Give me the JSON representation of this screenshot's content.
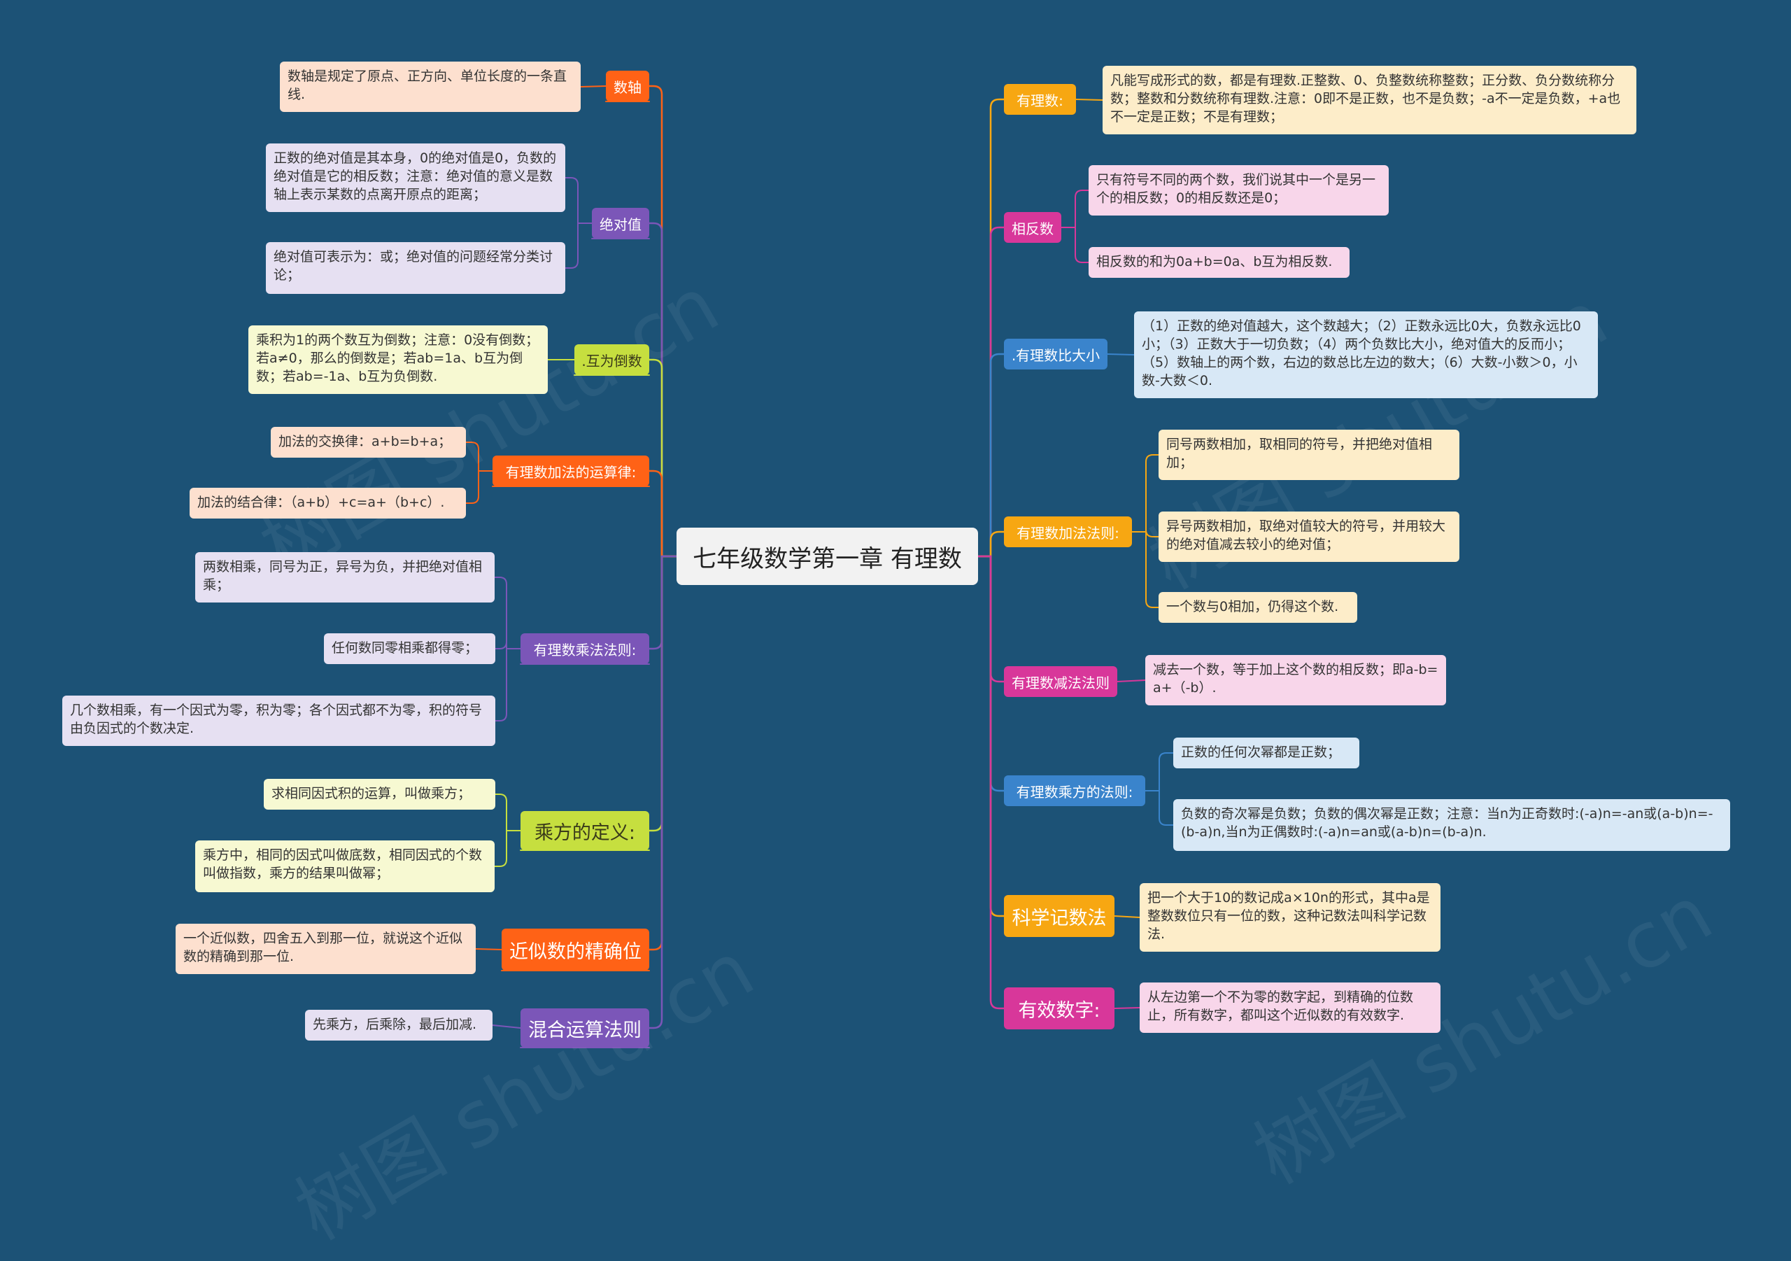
{
  "center": {
    "label": "七年级数学第一章 有理数"
  },
  "watermark": "树图 shutu.cn",
  "colors": {
    "background": "#1c5276",
    "orange": "#ff6216",
    "purple": "#7b56b8",
    "lime": "#c6df3f",
    "amber": "#f7a712",
    "pink": "#d8379a",
    "blue": "#3a84cc"
  },
  "left": [
    {
      "id": "shuzhou",
      "label": "数轴",
      "color": "#ff6216",
      "leaves": [
        {
          "text": "数轴是规定了原点、正方向、单位长度的一条直线.",
          "bg": "#fde0cf"
        }
      ]
    },
    {
      "id": "juedui",
      "label": "绝对值",
      "color": "#7b56b8",
      "leaves": [
        {
          "text": "正数的绝对值是其本身，0的绝对值是0，负数的绝对值是它的相反数；注意：绝对值的意义是数轴上表示某数的点离开原点的距离；",
          "bg": "#e6e0f2"
        },
        {
          "text": "绝对值可表示为：或；绝对值的问题经常分类讨论；",
          "bg": "#e6e0f2"
        }
      ]
    },
    {
      "id": "daoshu",
      "label": ".互为倒数",
      "color": "#c6df3f",
      "leaves": [
        {
          "text": "乘积为1的两个数互为倒数；注意：0没有倒数；若a≠0，那么的倒数是；若ab=1a、b互为倒数；若ab=-1a、b互为负倒数.",
          "bg": "#f7f9d2"
        }
      ]
    },
    {
      "id": "jiafa_yunsuan",
      "label": "有理数加法的运算律:",
      "color": "#ff6216",
      "leaves": [
        {
          "text": "加法的交换律：a+b=b+a；",
          "bg": "#fde0cf"
        },
        {
          "text": "加法的结合律：（a+b）+c=a+（b+c）.",
          "bg": "#fde0cf"
        }
      ]
    },
    {
      "id": "chengfa",
      "label": "有理数乘法法则:",
      "color": "#7b56b8",
      "leaves": [
        {
          "text": "两数相乘，同号为正，异号为负，并把绝对值相乘；",
          "bg": "#e6e0f2"
        },
        {
          "text": "任何数同零相乘都得零；",
          "bg": "#e6e0f2"
        },
        {
          "text": "几个数相乘，有一个因式为零，积为零；各个因式都不为零，积的符号由负因式的个数决定.",
          "bg": "#e6e0f2"
        }
      ]
    },
    {
      "id": "chengfang",
      "label": "乘方的定义:",
      "color": "#c6df3f",
      "leaves": [
        {
          "text": "求相同因式积的运算，叫做乘方；",
          "bg": "#f7f9d2"
        },
        {
          "text": "乘方中，相同的因式叫做底数，相同因式的个数叫做指数，乘方的结果叫做幂；",
          "bg": "#f7f9d2"
        }
      ]
    },
    {
      "id": "jingque",
      "label": "近似数的精确位",
      "color": "#ff6216",
      "leaves": [
        {
          "text": "一个近似数，四舍五入到那一位，就说这个近似数的精确到那一位.",
          "bg": "#fde0cf"
        }
      ]
    },
    {
      "id": "hunhe",
      "label": "混合运算法则",
      "color": "#7b56b8",
      "leaves": [
        {
          "text": "先乘方，后乘除，最后加减.",
          "bg": "#e6e0f2"
        }
      ]
    }
  ],
  "right": [
    {
      "id": "youlishu",
      "label": "有理数:",
      "color": "#f7a712",
      "leaves": [
        {
          "text": "凡能写成形式的数，都是有理数.正整数、0、负整数统称整数；正分数、负分数统称分数；整数和分数统称有理数.注意：0即不是正数，也不是负数；-a不一定是负数，+a也不一定是正数；不是有理数；",
          "bg": "#fdedc9"
        }
      ]
    },
    {
      "id": "xiangfan",
      "label": "相反数",
      "color": "#d8379a",
      "leaves": [
        {
          "text": "只有符号不同的两个数，我们说其中一个是另一个的相反数；0的相反数还是0；",
          "bg": "#f8d6ea"
        },
        {
          "text": "相反数的和为0a+b=0a、b互为相反数.",
          "bg": "#f8d6ea"
        }
      ]
    },
    {
      "id": "bidaxiao",
      "label": ".有理数比大小",
      "color": "#3a84cc",
      "leaves": [
        {
          "text": "（1）正数的绝对值越大，这个数越大；（2）正数永远比0大，负数永远比0小；（3）正数大于一切负数；（4）两个负数比大小，绝对值大的反而小；（5）数轴上的两个数，右边的数总比左边的数大；（6）大数-小数＞0，小数-大数＜0.",
          "bg": "#d8e8f6"
        }
      ]
    },
    {
      "id": "jiafa_faze",
      "label": "有理数加法法则:",
      "color": "#f7a712",
      "leaves": [
        {
          "text": "同号两数相加，取相同的符号，并把绝对值相加；",
          "bg": "#fdedc9"
        },
        {
          "text": "异号两数相加，取绝对值较大的符号，并用较大的绝对值减去较小的绝对值；",
          "bg": "#fdedc9"
        },
        {
          "text": "一个数与0相加，仍得这个数.",
          "bg": "#fdedc9"
        }
      ]
    },
    {
      "id": "jianfa",
      "label": "有理数减法法则",
      "color": "#d8379a",
      "leaves": [
        {
          "text": "减去一个数，等于加上这个数的相反数；即a-b=a+（-b）.",
          "bg": "#f8d6ea"
        }
      ]
    },
    {
      "id": "chengfang_faze",
      "label": "有理数乘方的法则:",
      "color": "#3a84cc",
      "leaves": [
        {
          "text": "正数的任何次幂都是正数；",
          "bg": "#d8e8f6"
        },
        {
          "text": "负数的奇次幂是负数；负数的偶次幂是正数；注意：当n为正奇数时:(-a)n=-an或(a-b)n=-(b-a)n,当n为正偶数时:(-a)n=an或(a-b)n=(b-a)n.",
          "bg": "#d8e8f6"
        }
      ]
    },
    {
      "id": "kexue",
      "label": "科学记数法",
      "color": "#f7a712",
      "leaves": [
        {
          "text": "把一个大于10的数记成a×10n的形式，其中a是整数数位只有一位的数，这种记数法叫科学记数法.",
          "bg": "#fdedc9"
        }
      ]
    },
    {
      "id": "youxiao",
      "label": "有效数字:",
      "color": "#d8379a",
      "leaves": [
        {
          "text": "从左边第一个不为零的数字起，到精确的位数止，所有数字，都叫这个近似数的有效数字.",
          "bg": "#f8d6ea"
        }
      ]
    }
  ]
}
